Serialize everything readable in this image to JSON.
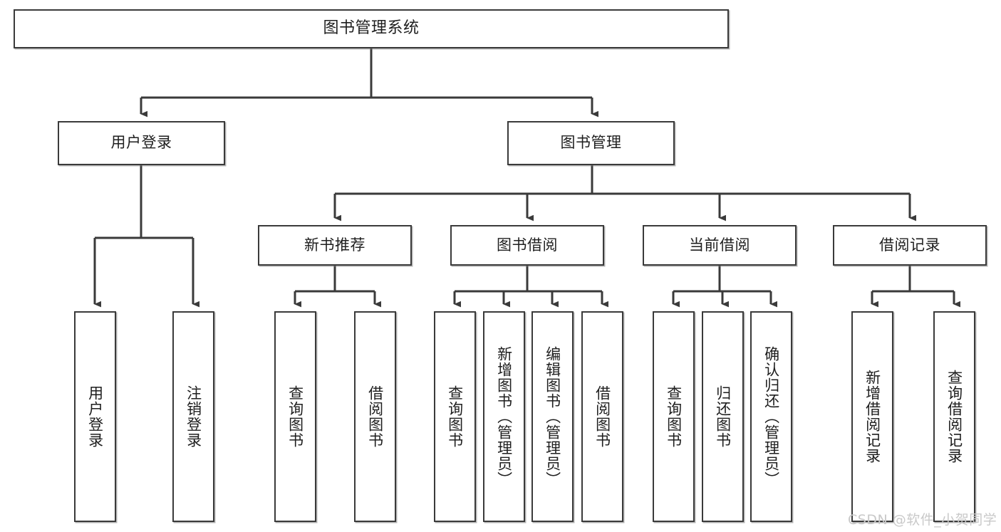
{
  "diagram": {
    "title": "图书管理系统",
    "type": "hierarchy-tree",
    "colors": {
      "box_border": "#3a3a3a",
      "box_fill": "#ffffff",
      "edge": "#3a3a3a",
      "text": "#1e1e1e",
      "watermark": "#c9c9c9"
    },
    "nodes": {
      "root": {
        "label": "图书管理系统"
      },
      "level1": [
        {
          "label": "用户登录"
        },
        {
          "label": "图书管理"
        }
      ],
      "level2": [
        {
          "label": "新书推荐"
        },
        {
          "label": "图书借阅"
        },
        {
          "label": "当前借阅"
        },
        {
          "label": "借阅记录"
        }
      ],
      "leaves_user_login": [
        {
          "label": "用户登录"
        },
        {
          "label": "注销登录"
        }
      ],
      "leaves_new_book": [
        {
          "label": "查询图书"
        },
        {
          "label": "借阅图书"
        }
      ],
      "leaves_borrow": [
        {
          "label": "查询图书"
        },
        {
          "label": "新增图书（管理员）"
        },
        {
          "label": "编辑图书（管理员）"
        },
        {
          "label": "借阅图书"
        }
      ],
      "leaves_current": [
        {
          "label": "查询图书"
        },
        {
          "label": "归还图书"
        },
        {
          "label": "确认归还（管理员）"
        }
      ],
      "leaves_record": [
        {
          "label": "新增借阅记录"
        },
        {
          "label": "查询借阅记录"
        }
      ]
    },
    "watermark": "CSDN @软件_小贺同学"
  }
}
